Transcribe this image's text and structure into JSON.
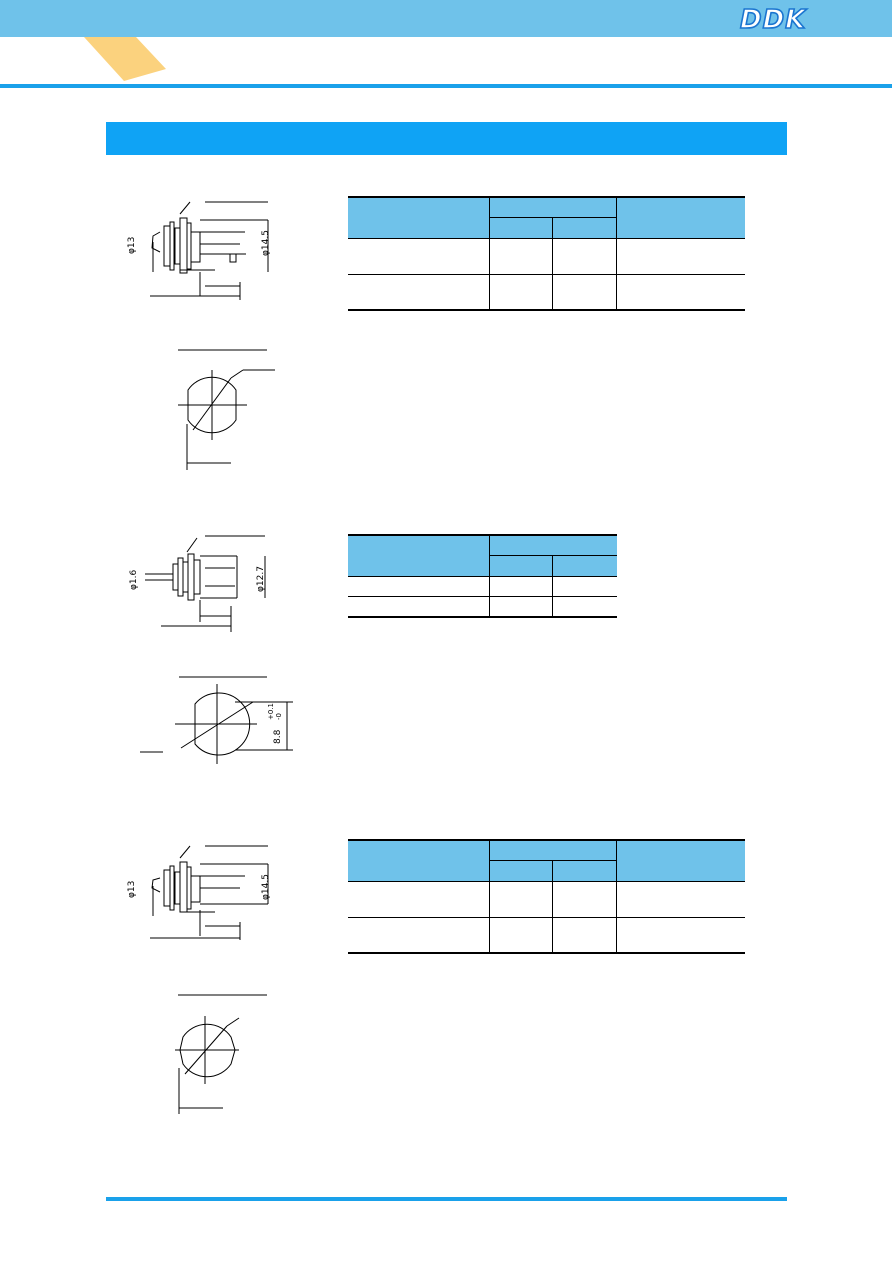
{
  "header": {
    "logo_text": "DDK",
    "colors": {
      "header_band": "#6fc2ea",
      "logo_fill": "#ffffff",
      "logo_outline": "#1b75d0",
      "tab_shape": "#fbd27e",
      "section_bar": "#0fa3f5",
      "table_header": "#6fc2ea",
      "rules": "#1aa1ea"
    }
  },
  "products": [
    {
      "drawing_side": {
        "dims": [
          "φ13",
          "φ14.5"
        ]
      },
      "drawing_front": {
        "dims": []
      },
      "table": {
        "has_third_col": true,
        "rows": 2
      }
    },
    {
      "drawing_side": {
        "dims": [
          "φ1.6",
          "φ12.7"
        ]
      },
      "drawing_front": {
        "dims": [
          "8.8",
          "+0.1",
          "-0"
        ]
      },
      "table": {
        "has_third_col": false,
        "rows": 2
      }
    },
    {
      "drawing_side": {
        "dims": [
          "φ13",
          "φ14.5"
        ]
      },
      "drawing_front": {
        "dims": []
      },
      "table": {
        "has_third_col": true,
        "rows": 2
      }
    }
  ]
}
